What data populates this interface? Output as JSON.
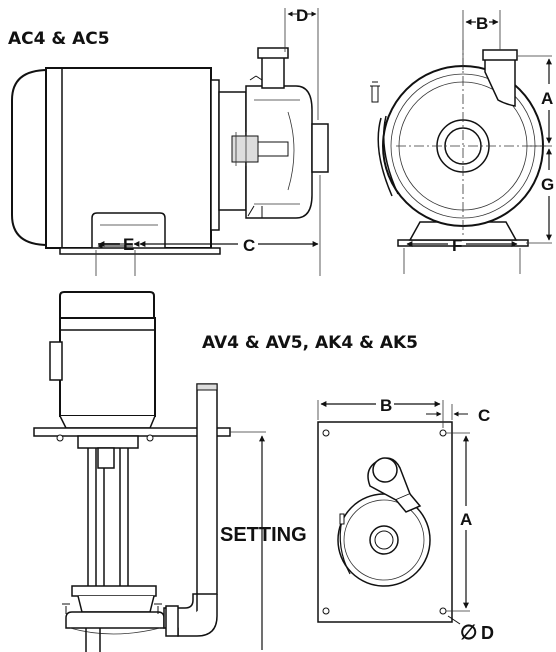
{
  "figure": {
    "model_top": "AC4 & AC5",
    "model_bottom": "AV4 & AV5, AK4 & AK5"
  },
  "dimensions_top": {
    "d": "D",
    "e": "E",
    "c": "C",
    "b": "B",
    "a": "A",
    "g": "G",
    "f": "F"
  },
  "dimensions_bottom": {
    "b": "B",
    "c": "C",
    "a": "A",
    "d": "D",
    "diameter_symbol": "∅",
    "setting": "SETTING"
  }
}
